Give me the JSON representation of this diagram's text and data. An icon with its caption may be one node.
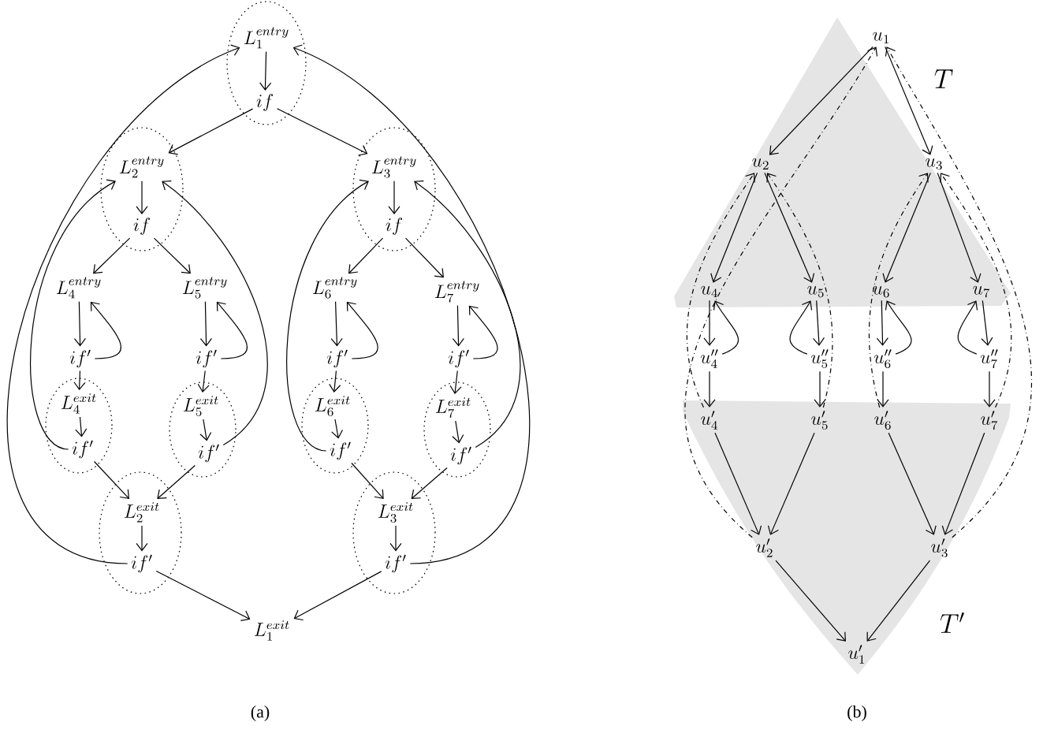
{
  "diagram": {
    "nodes": [
      {
        "text": [],
        "shape": "ellipse"
      },
      {
        "text": [
          "L_1^{entry}"
        ],
        "in": 0
      },
      {
        "text": [
          "if"
        ],
        "in": 0
      },
      {
        "text": [],
        "shape": "ellipse"
      },
      {
        "text": [
          "L_2^{entry}"
        ],
        "in": 3
      },
      {
        "text": [
          "if"
        ],
        "in": 3
      },
      {
        "text": [],
        "shape": "ellipse"
      },
      {
        "text": [
          "L_3^{entry}"
        ],
        "in": 6
      },
      {
        "text": [
          "if"
        ],
        "in": 6
      },
      {
        "text": [
          "L_4^{entry}"
        ]
      },
      {
        "text": [
          "L_5^{entry}"
        ]
      },
      {
        "text": [
          "L_6^{entry}"
        ]
      },
      {
        "text": [
          "L_7^{entry}"
        ]
      },
      {
        "text": [
          "if'"
        ]
      },
      {
        "text": [
          "if'"
        ]
      },
      {
        "text": [
          "if'"
        ]
      },
      {
        "text": [
          "if'"
        ]
      },
      {
        "text": [],
        "shape": "ellipse"
      },
      {
        "text": [
          "L_4^{exit}"
        ],
        "in": 17
      },
      {
        "text": [
          "if'"
        ],
        "in": 17
      },
      {
        "text": [],
        "shape": "ellipse"
      },
      {
        "text": [
          "L_5^{exit}"
        ],
        "in": 20
      },
      {
        "text": [
          "if'"
        ],
        "in": 20
      },
      {
        "text": [],
        "shape": "ellipse"
      },
      {
        "text": [
          "L_6^{exit}"
        ],
        "in": 23
      },
      {
        "text": [
          "if'"
        ],
        "in": 23
      },
      {
        "text": [],
        "shape": "ellipse"
      },
      {
        "text": [
          "L_7^{exit}"
        ],
        "in": 26
      },
      {
        "text": [
          "if'"
        ],
        "in": 26
      },
      {
        "text": [],
        "shape": "ellipse"
      },
      {
        "text": [
          "L_2^{exit}"
        ],
        "in": 29
      },
      {
        "text": [
          "if'"
        ],
        "in": 29
      },
      {
        "text": [],
        "shape": "ellipse"
      },
      {
        "text": [
          "L_3^{exit}"
        ],
        "in": 32
      },
      {
        "text": [
          "if'"
        ],
        "in": 32
      },
      {
        "text": [
          "L_1^{exit}"
        ]
      },
      {
        "text": [
          "T"
        ]
      },
      {
        "text": [
          "u_1"
        ],
        "in": 36
      },
      {
        "text": [
          "u_2"
        ],
        "in": 36
      },
      {
        "text": [
          "u_3"
        ],
        "in": 36
      },
      {
        "text": [
          "u_4"
        ],
        "in": 36
      },
      {
        "text": [
          "u_5"
        ],
        "in": 36
      },
      {
        "text": [
          "u_6"
        ],
        "in": 36
      },
      {
        "text": [
          "u_7"
        ],
        "in": 36
      },
      {
        "text": [
          "u''_4"
        ]
      },
      {
        "text": [
          "u''_5"
        ]
      },
      {
        "text": [
          "u''_6"
        ]
      },
      {
        "text": [
          "u''_7"
        ]
      },
      {
        "text": [
          "T'"
        ]
      },
      {
        "text": [
          "u'_4"
        ],
        "in": 48
      },
      {
        "text": [
          "u'_5"
        ],
        "in": 48
      },
      {
        "text": [
          "u'_6"
        ],
        "in": 48
      },
      {
        "text": [
          "u'_7"
        ],
        "in": 48
      },
      {
        "text": [
          "u'_2"
        ],
        "in": 48
      },
      {
        "text": [
          "u'_3"
        ],
        "in": 48
      },
      {
        "text": [
          "u'_1"
        ],
        "in": 48
      }
    ],
    "edges": [
      {
        "from": 1,
        "to": 2,
        "arrow": "to"
      },
      {
        "from": 2,
        "to": 4,
        "arrow": "to"
      },
      {
        "from": 2,
        "to": 7,
        "arrow": "to"
      },
      {
        "from": 4,
        "to": 5,
        "arrow": "to"
      },
      {
        "from": 7,
        "to": 8,
        "arrow": "to"
      },
      {
        "from": 5,
        "to": 9,
        "arrow": "to"
      },
      {
        "from": 5,
        "to": 10,
        "arrow": "to"
      },
      {
        "from": 8,
        "to": 11,
        "arrow": "to"
      },
      {
        "from": 8,
        "to": 12,
        "arrow": "to"
      },
      {
        "from": 9,
        "to": 13,
        "arrow": "to"
      },
      {
        "from": 10,
        "to": 14,
        "arrow": "to"
      },
      {
        "from": 11,
        "to": 15,
        "arrow": "to"
      },
      {
        "from": 12,
        "to": 16,
        "arrow": "to"
      },
      {
        "from": 13,
        "to": 9,
        "arrow": "to"
      },
      {
        "from": 14,
        "to": 10,
        "arrow": "to"
      },
      {
        "from": 15,
        "to": 11,
        "arrow": "to"
      },
      {
        "from": 16,
        "to": 12,
        "arrow": "to"
      },
      {
        "from": 13,
        "to": 18,
        "arrow": "to"
      },
      {
        "from": 14,
        "to": 21,
        "arrow": "to"
      },
      {
        "from": 15,
        "to": 24,
        "arrow": "to"
      },
      {
        "from": 16,
        "to": 27,
        "arrow": "to"
      },
      {
        "from": 18,
        "to": 19,
        "arrow": "to"
      },
      {
        "from": 21,
        "to": 22,
        "arrow": "to"
      },
      {
        "from": 24,
        "to": 25,
        "arrow": "to"
      },
      {
        "from": 27,
        "to": 28,
        "arrow": "to"
      },
      {
        "from": 19,
        "to": 4,
        "arrow": "to"
      },
      {
        "from": 22,
        "to": 4,
        "arrow": "to"
      },
      {
        "from": 25,
        "to": 7,
        "arrow": "to"
      },
      {
        "from": 28,
        "to": 7,
        "arrow": "to"
      },
      {
        "from": 19,
        "to": 30,
        "arrow": "to"
      },
      {
        "from": 22,
        "to": 30,
        "arrow": "to"
      },
      {
        "from": 25,
        "to": 33,
        "arrow": "to"
      },
      {
        "from": 28,
        "to": 33,
        "arrow": "to"
      },
      {
        "from": 30,
        "to": 31,
        "arrow": "to"
      },
      {
        "from": 33,
        "to": 34,
        "arrow": "to"
      },
      {
        "from": 31,
        "to": 1,
        "arrow": "to"
      },
      {
        "from": 34,
        "to": 1,
        "arrow": "to"
      },
      {
        "from": 31,
        "to": 35,
        "arrow": "to"
      },
      {
        "from": 34,
        "to": 35,
        "arrow": "to"
      },
      {
        "from": 37,
        "to": 38,
        "arrow": "to"
      },
      {
        "from": 37,
        "to": 39,
        "arrow": "to"
      },
      {
        "from": 38,
        "to": 40,
        "arrow": "to"
      },
      {
        "from": 38,
        "to": 41,
        "arrow": "to"
      },
      {
        "from": 39,
        "to": 42,
        "arrow": "to"
      },
      {
        "from": 39,
        "to": 43,
        "arrow": "to"
      },
      {
        "from": 40,
        "to": 44,
        "arrow": "to"
      },
      {
        "from": 41,
        "to": 45,
        "arrow": "to"
      },
      {
        "from": 42,
        "to": 46,
        "arrow": "to"
      },
      {
        "from": 43,
        "to": 47,
        "arrow": "to"
      },
      {
        "from": 44,
        "to": 40,
        "arrow": "to"
      },
      {
        "from": 45,
        "to": 41,
        "arrow": "to"
      },
      {
        "from": 46,
        "to": 42,
        "arrow": "to"
      },
      {
        "from": 47,
        "to": 43,
        "arrow": "to"
      },
      {
        "from": 44,
        "to": 49,
        "arrow": "to"
      },
      {
        "from": 45,
        "to": 50,
        "arrow": "to"
      },
      {
        "from": 46,
        "to": 51,
        "arrow": "to"
      },
      {
        "from": 47,
        "to": 52,
        "arrow": "to"
      },
      {
        "from": 49,
        "to": 53,
        "arrow": "to"
      },
      {
        "from": 50,
        "to": 53,
        "arrow": "to"
      },
      {
        "from": 51,
        "to": 54,
        "arrow": "to"
      },
      {
        "from": 52,
        "to": 54,
        "arrow": "to"
      },
      {
        "from": 53,
        "to": 55,
        "arrow": "to"
      },
      {
        "from": 54,
        "to": 55,
        "arrow": "to"
      },
      {
        "from": 53,
        "to": 37,
        "arrow": "to",
        "style": "dashed"
      },
      {
        "from": 49,
        "to": 38,
        "arrow": "to",
        "style": "dashed"
      },
      {
        "from": 50,
        "to": 38,
        "arrow": "to",
        "style": "dashed"
      },
      {
        "from": 51,
        "to": 39,
        "arrow": "to",
        "style": "dashed"
      },
      {
        "from": 52,
        "to": 39,
        "arrow": "to",
        "style": "dashed"
      },
      {
        "from": 54,
        "to": 37,
        "arrow": "to",
        "style": "dashed"
      }
    ],
    "labels": [
      "(a)",
      "(b)"
    ]
  }
}
